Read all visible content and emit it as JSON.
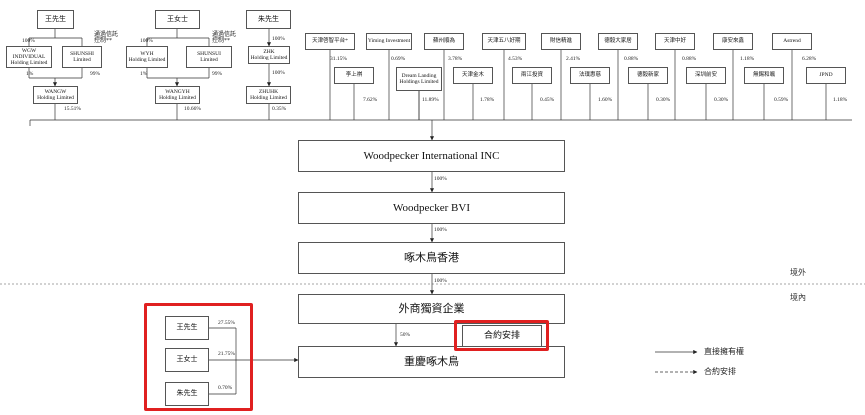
{
  "highlight_color": "#e02020",
  "entities": {
    "wang_xiansheng": "王先生",
    "wang_nvshi": "王女士",
    "zhu_xiansheng": "朱先生",
    "wgw": "WGW\nINDIVIDUAL\nHolding Limited",
    "shunshi": "SHUNSHI\nLimited",
    "wyh": "WYH\nHolding Limited",
    "shunsui": "SHUNSUI\nLimited",
    "zhk": "ZHK\nHolding Limited",
    "wangw": "WANGW\nHolding Limited",
    "wangyh": "WANGYH\nHolding Limited",
    "zhuhk": "ZHUHK\nHolding Limited",
    "tianjin_platform": "天津啓智平台*",
    "yiming": "Yiming Investment",
    "suzhou": "蘇州順為",
    "tianjin_58": "天津五八好期",
    "caixin": "財信精進",
    "deyuan": "德毅大家居",
    "tianjin_zhonghao": "天津中好",
    "xiaoan": "康安來鑫",
    "astrend": "Astrend",
    "lishangji": "李上祺",
    "dream_landing": "Dream Landing\nHoldings Limited",
    "tianjin_jinmu": "天津金木",
    "zhejiang_touzi": "兩江投資",
    "zhanghui": "法璞惠慈",
    "deyu_xinjia": "德毅新家",
    "shenzhen_nian": "深圳前安",
    "wuxi": "無錫和颯",
    "jpnd": "JPND",
    "woodpecker_intl": "Woodpecker International INC",
    "woodpecker_bvi": "Woodpecker BVI",
    "hongkong": "啄木鳥香港",
    "wfoe": "外商獨資企業",
    "contract_box": "合約安排",
    "chongqing": "重慶啄木鳥",
    "left_wang_xs": "王先生",
    "left_wang_ns": "王女士",
    "left_zhu": "朱先生"
  },
  "notes": {
    "wang_trust": "通過信託\n控制**",
    "wang_nvshi_trust": "通過信託\n控制**"
  },
  "percentages": {
    "wang_to_wgw": "100%",
    "wgw_to_wangw": "1%",
    "shunshi_to_wangw": "99%",
    "wangw": "15.51%",
    "wangns_to_wyh": "100%",
    "wyh_to_wangyh": "1%",
    "shunsui_to_wangyh": "99%",
    "wangyh": "10.66%",
    "zhu_to_zhk": "100%",
    "zhk_to_zhuhk": "100%",
    "zhuhk": "0.35%",
    "tianjin_platform": "31.15%",
    "yiming": "0.69%",
    "suzhou": "3.78%",
    "tianjin_58": "4.53%",
    "caixin": "2.41%",
    "deyuan": "0.88%",
    "tianjin_zhonghao": "0.88%",
    "xiaoan": "1.18%",
    "astrend": "6.28%",
    "lishangji": "7.62%",
    "dream_landing": "11.89%",
    "tianjin_jinmu": "1.78%",
    "zhejiang_touzi": "0.45%",
    "zhanghui": "1.60%",
    "deyu_xinjia": "0.30%",
    "shenzhen_nian": "0.30%",
    "wuxi": "0.59%",
    "jpnd": "1.18%",
    "intl_to_bvi": "100%",
    "bvi_to_hk": "100%",
    "hk_to_wfoe": "100%",
    "wfoe_to_chongqing": "50%",
    "left_wang_xs": "27.55%",
    "left_wang_ns": "21.75%",
    "left_zhu": "0.70%"
  },
  "regions": {
    "offshore": "境外",
    "onshore": "境內"
  },
  "legend": {
    "direct": "直接擁有權",
    "contract": "合約安排"
  }
}
